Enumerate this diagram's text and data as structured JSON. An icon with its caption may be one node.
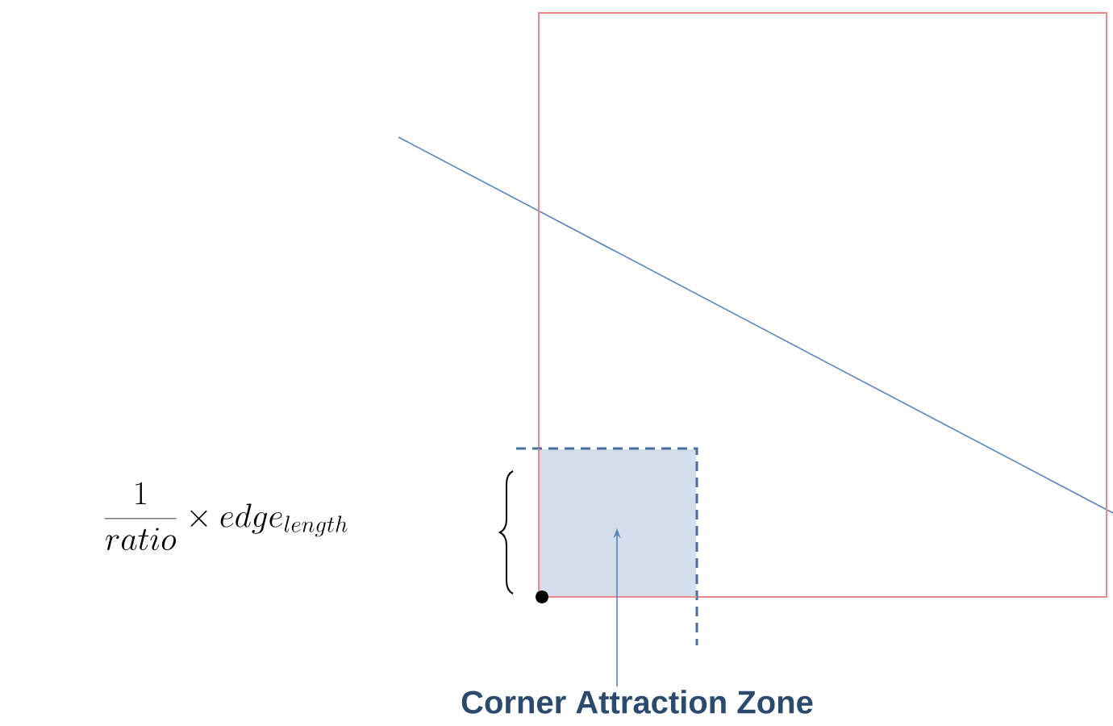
{
  "diagram": {
    "nodes": [
      {
        "text": [],
        "shape": "box"
      },
      {
        "text": [],
        "shape": "box",
        "in": 0
      },
      {
        "text": [
          "Corner Attraction Zone"
        ]
      }
    ],
    "edges": [
      {
        "from": 2,
        "to": 1,
        "arrow": "to"
      }
    ],
    "labels": [
      "\\frac{1}{ratio}\\times edge_{length}"
    ]
  }
}
